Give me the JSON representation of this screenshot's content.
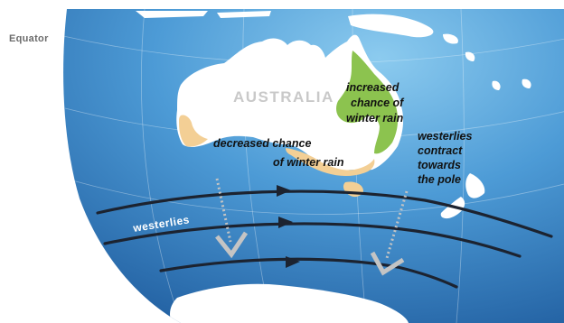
{
  "labels": {
    "equator": "Equator",
    "country": "AUSTRALIA",
    "increased_rain": [
      "increased",
      "chance of",
      "winter rain"
    ],
    "decreased_rain": [
      "decreased chance",
      "of winter rain"
    ],
    "contract": [
      "westerlies",
      "contract",
      "towards",
      "the pole"
    ],
    "westerlies": "westerlies"
  },
  "colors": {
    "ocean_light": "#5aa9dc",
    "ocean_dark": "#1f63a8",
    "land": "#ffffff",
    "wetter_zone": "#8cc34f",
    "drier_zone": "#f3cf95",
    "wind_line": "#1c2330",
    "shift_arrow": "#c4c4c4"
  },
  "icons": {
    "westerly_flow": "arrow-right-icon",
    "poleward_shift": "arrow-down-icon"
  }
}
